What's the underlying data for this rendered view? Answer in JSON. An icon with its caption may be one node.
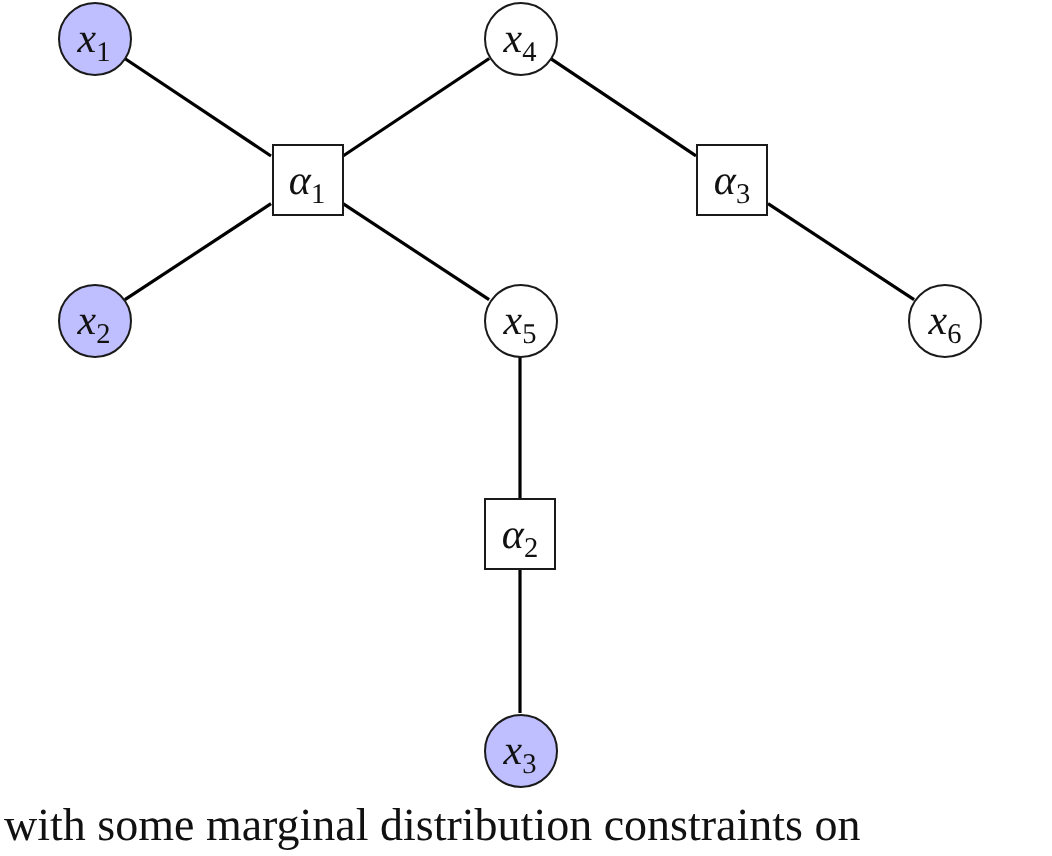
{
  "diagram": {
    "caption": "with some marginal distribution constraints on",
    "nodes": [
      {
        "text": [
          "*x*$_{1}$"
        ]
      },
      {
        "text": [
          "*x*$_{4}$"
        ]
      },
      {
        "text": [
          "*α*$_{1}$"
        ]
      },
      {
        "text": [
          "*α*$_{3}$"
        ]
      },
      {
        "text": [
          "*x*$_{2}$"
        ]
      },
      {
        "text": [
          "*x*$_{5}$"
        ]
      },
      {
        "text": [
          "*x*$_{6}$"
        ]
      },
      {
        "text": [
          "*α*$_{2}$"
        ]
      },
      {
        "text": [
          "*x*$_{3}$"
        ]
      }
    ],
    "edges": [
      {
        "from": 0,
        "to": 2,
        "arrow": "none"
      },
      {
        "from": 4,
        "to": 2,
        "arrow": "none"
      },
      {
        "from": 2,
        "to": 1,
        "arrow": "none"
      },
      {
        "from": 2,
        "to": 5,
        "arrow": "none"
      },
      {
        "from": 1,
        "to": 3,
        "arrow": "none"
      },
      {
        "from": 3,
        "to": 6,
        "arrow": "none"
      },
      {
        "from": 5,
        "to": 7,
        "arrow": "none"
      },
      {
        "from": 7,
        "to": 8,
        "arrow": "none"
      }
    ]
  }
}
